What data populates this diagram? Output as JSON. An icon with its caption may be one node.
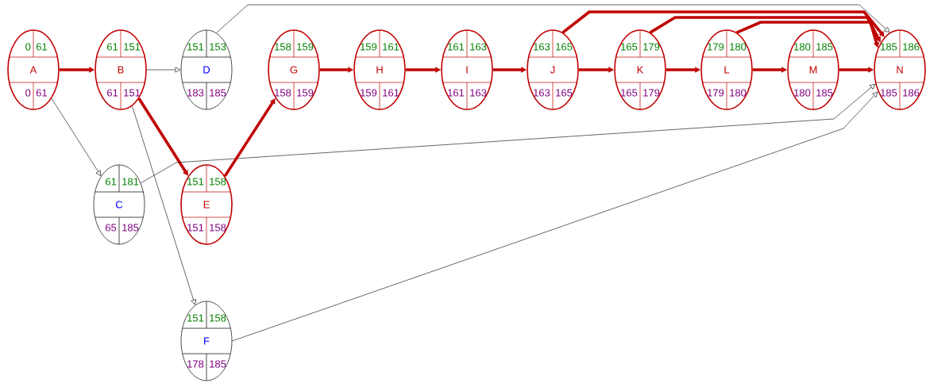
{
  "diagram": {
    "nodes": [
      {
        "text": [
          "A",
          "0",
          "61",
          "0",
          "61"
        ]
      },
      {
        "text": [
          "B",
          "61",
          "151",
          "61",
          "151"
        ]
      },
      {
        "text": [
          "C",
          "61",
          "181",
          "65",
          "185"
        ]
      },
      {
        "text": [
          "D",
          "151",
          "153",
          "183",
          "185"
        ]
      },
      {
        "text": [
          "E",
          "151",
          "158",
          "151",
          "158"
        ]
      },
      {
        "text": [
          "F",
          "151",
          "158",
          "178",
          "185"
        ]
      },
      {
        "text": [
          "G",
          "158",
          "159",
          "158",
          "159"
        ]
      },
      {
        "text": [
          "H",
          "159",
          "161",
          "159",
          "161"
        ]
      },
      {
        "text": [
          "I",
          "161",
          "163",
          "161",
          "163"
        ]
      },
      {
        "text": [
          "J",
          "163",
          "165",
          "163",
          "165"
        ]
      },
      {
        "text": [
          "K",
          "165",
          "179",
          "165",
          "179"
        ]
      },
      {
        "text": [
          "L",
          "179",
          "180",
          "179",
          "180"
        ]
      },
      {
        "text": [
          "M",
          "180",
          "185",
          "180",
          "185"
        ]
      },
      {
        "text": [
          "N",
          "185",
          "186",
          "185",
          "186"
        ]
      }
    ],
    "edges": [
      {
        "from": 0,
        "to": 1,
        "arrow": "to"
      },
      {
        "from": 0,
        "to": 2,
        "arrow": "to",
        "color": "#000000"
      },
      {
        "from": 1,
        "to": 3,
        "arrow": "to",
        "color": "#000000"
      },
      {
        "from": 1,
        "to": 4,
        "arrow": "to"
      },
      {
        "from": 1,
        "to": 5,
        "arrow": "to",
        "color": "#000000"
      },
      {
        "from": 3,
        "to": 13,
        "arrow": "to",
        "color": "#000000"
      },
      {
        "from": 2,
        "to": 13,
        "arrow": "to",
        "color": "#000000"
      },
      {
        "from": 4,
        "to": 6,
        "arrow": "to"
      },
      {
        "from": 5,
        "to": 13,
        "arrow": "to",
        "color": "#000000"
      },
      {
        "from": 6,
        "to": 7,
        "arrow": "to"
      },
      {
        "from": 7,
        "to": 8,
        "arrow": "to"
      },
      {
        "from": 8,
        "to": 9,
        "arrow": "to"
      },
      {
        "from": 9,
        "to": 10,
        "arrow": "to"
      },
      {
        "from": 9,
        "to": 13,
        "arrow": "to"
      },
      {
        "from": 10,
        "to": 11,
        "arrow": "to"
      },
      {
        "from": 10,
        "to": 13,
        "arrow": "to"
      },
      {
        "from": 11,
        "to": 12,
        "arrow": "to"
      },
      {
        "from": 11,
        "to": 13,
        "arrow": "to"
      },
      {
        "from": 12,
        "to": 13,
        "arrow": "to"
      }
    ]
  }
}
